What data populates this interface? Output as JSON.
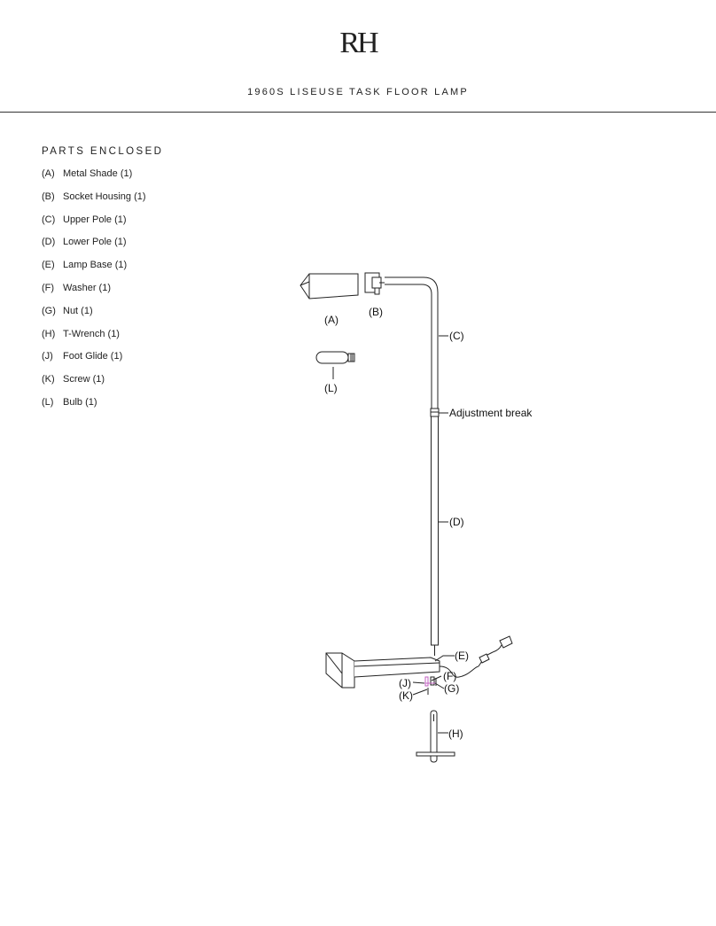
{
  "header": {
    "logo": "RH",
    "title": "1960S LISEUSE TASK FLOOR LAMP"
  },
  "parts": {
    "heading": "PARTS ENCLOSED",
    "items": [
      {
        "code": "(A)",
        "label": "Metal Shade (1)"
      },
      {
        "code": "(B)",
        "label": "Socket Housing (1)"
      },
      {
        "code": "(C)",
        "label": "Upper Pole (1)"
      },
      {
        "code": "(D)",
        "label": "Lower Pole (1)"
      },
      {
        "code": "(E)",
        "label": "Lamp Base (1)"
      },
      {
        "code": "(F)",
        "label": "Washer (1)"
      },
      {
        "code": "(G)",
        "label": "Nut (1)"
      },
      {
        "code": "(H)",
        "label": "T-Wrench (1)"
      },
      {
        "code": "(J)",
        "label": "Foot Glide (1)"
      },
      {
        "code": "(K)",
        "label": "Screw (1)"
      },
      {
        "code": "(L)",
        "label": "Bulb (1)"
      }
    ]
  },
  "diagram": {
    "callouts": {
      "a": "(A)",
      "b": "(B)",
      "c": "(C)",
      "d": "(D)",
      "e": "(E)",
      "f": "(F)",
      "g": "(G)",
      "h": "(H)",
      "j": "(J)",
      "k": "(K)",
      "l": "(L)",
      "adjustment": "Adjustment break"
    }
  }
}
